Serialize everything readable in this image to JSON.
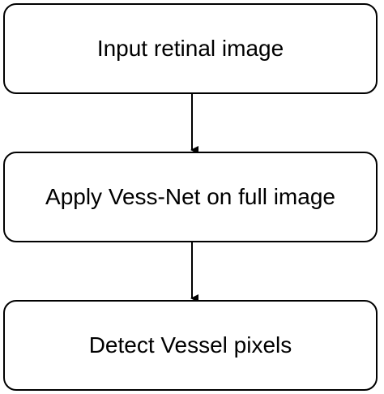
{
  "flow": {
    "steps": [
      {
        "label": "Input retinal image"
      },
      {
        "label": "Apply Vess-Net on full image"
      },
      {
        "label": "Detect Vessel pixels"
      }
    ]
  },
  "colors": {
    "stroke": "#000000",
    "fill": "#ffffff"
  }
}
